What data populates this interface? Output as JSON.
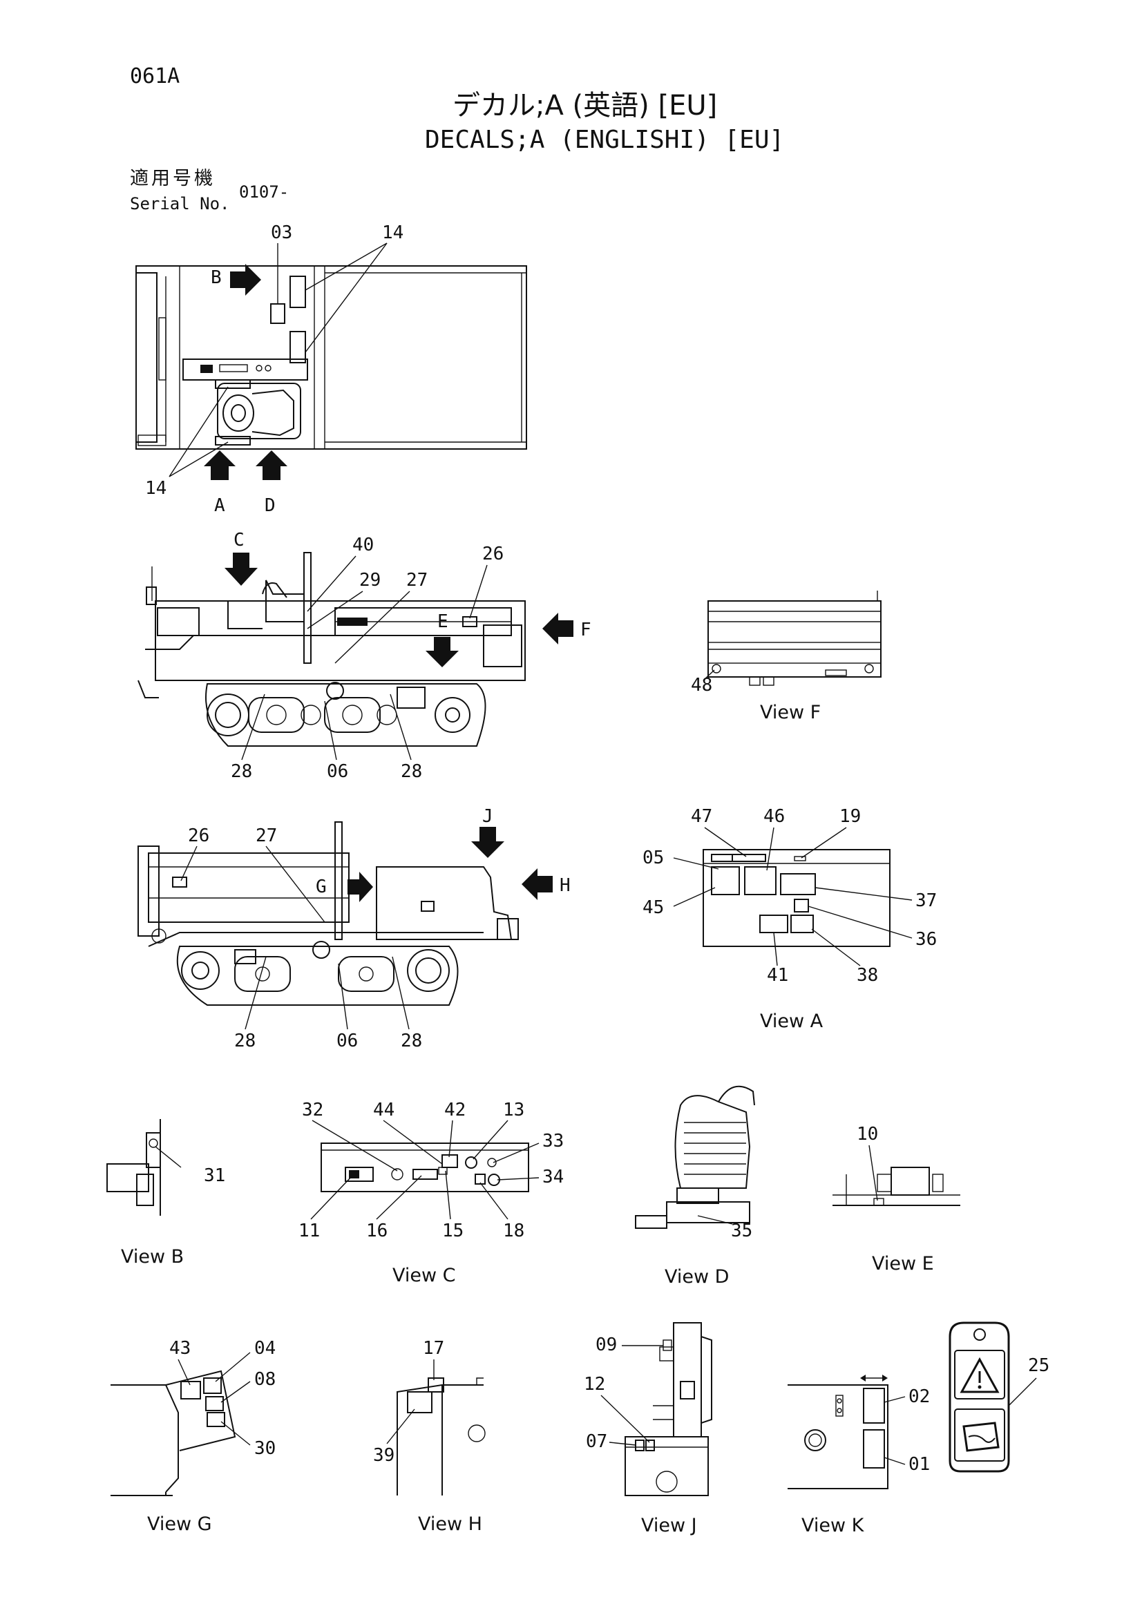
{
  "header": {
    "code": "061A",
    "title_jp": "デカル;A (英語) [EU]",
    "title_en": "DECALS;A (ENGLISHI) [EU]",
    "serial_label_jp": "適用号機",
    "serial_label_en": "Serial No.",
    "serial_value": "0107-"
  },
  "views": {
    "view_f": "View F",
    "view_a": "View A",
    "view_b": "View B",
    "view_c": "View C",
    "view_d": "View D",
    "view_e": "View E",
    "view_g": "View G",
    "view_h": "View H",
    "view_j": "View J",
    "view_k": "View K"
  },
  "arrows": {
    "a": "A",
    "b": "B",
    "c": "C",
    "d": "D",
    "e": "E",
    "f": "F",
    "g": "G",
    "h": "H",
    "j": "J"
  },
  "callouts": {
    "top_03": "03",
    "top_14a": "14",
    "top_14b": "14",
    "side1_40": "40",
    "side1_29": "29",
    "side1_27": "27",
    "side1_26": "26",
    "side1_28a": "28",
    "side1_06": "06",
    "side1_28b": "28",
    "side2_26": "26",
    "side2_27": "27",
    "side2_28a": "28",
    "side2_06": "06",
    "side2_28b": "28",
    "f_48": "48",
    "a_47": "47",
    "a_46": "46",
    "a_19": "19",
    "a_05": "05",
    "a_45": "45",
    "a_37": "37",
    "a_36": "36",
    "a_41": "41",
    "a_38": "38",
    "b_31": "31",
    "c_32": "32",
    "c_44": "44",
    "c_42": "42",
    "c_13": "13",
    "c_33": "33",
    "c_34": "34",
    "c_11": "11",
    "c_16": "16",
    "c_15": "15",
    "c_18": "18",
    "d_35": "35",
    "e_10": "10",
    "g_43": "43",
    "g_04": "04",
    "g_08": "08",
    "g_30": "30",
    "h_17": "17",
    "h_39": "39",
    "j_09": "09",
    "j_12": "12",
    "j_07": "07",
    "k_02": "02",
    "k_01": "01",
    "k_25": "25"
  }
}
